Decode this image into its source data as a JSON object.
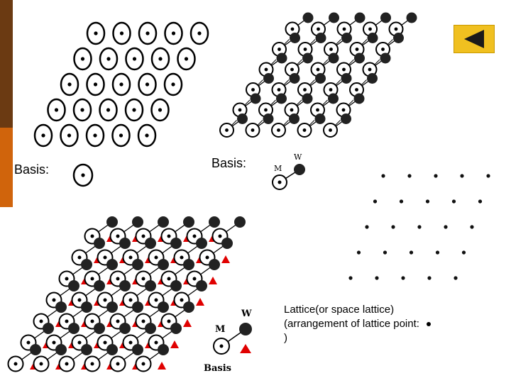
{
  "labels": {
    "basis_top_left": "Basis:",
    "basis_top_right": "Basis:",
    "atom_w_small": "W",
    "atom_m_small": "M",
    "atom_w": "W",
    "atom_m": "M",
    "basis_caption": "Basis",
    "lattice_caption_line1": "Lattice(or space lattice)",
    "lattice_caption_line2": "(arrangement of lattice point:",
    "lattice_caption_line3": ")"
  },
  "icons": {
    "back_button": "triangle-left-icon"
  },
  "colors": {
    "accent_triangle": "#e00000",
    "button_fill": "#f0c020",
    "bar_dark": "#6b3a12",
    "bar_orange": "#d0640c"
  }
}
